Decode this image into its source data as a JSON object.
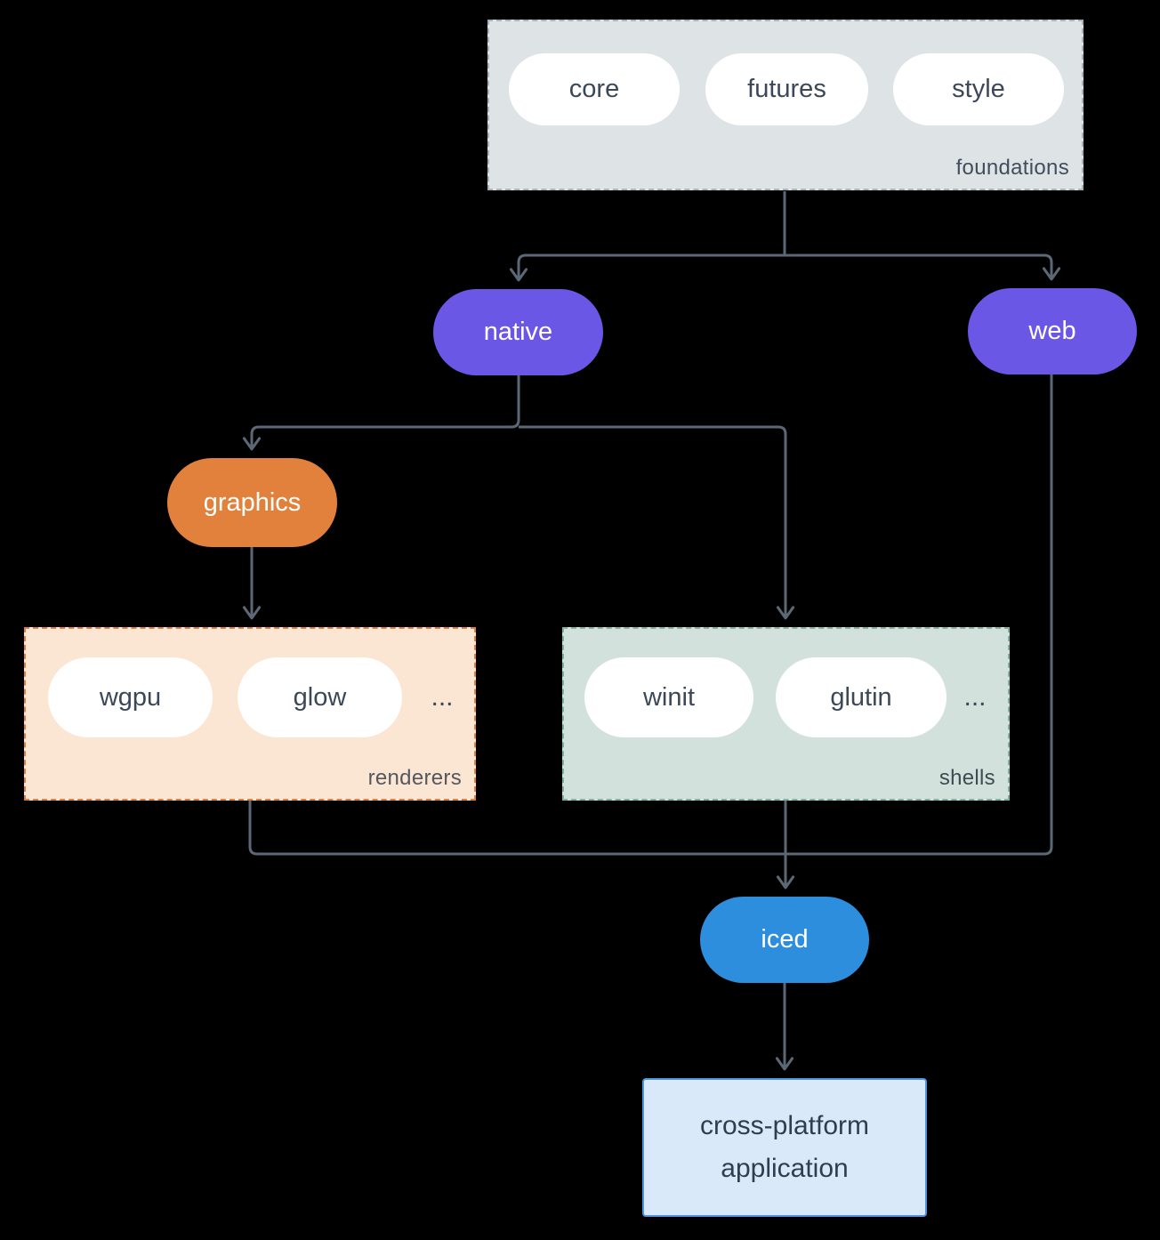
{
  "diagram": {
    "background_color": "#000000",
    "connector_color": "#5c6876",
    "groups": {
      "foundations": {
        "label": "foundations",
        "items": [
          "core",
          "futures",
          "style"
        ],
        "fill": "#dee3e6",
        "border_color": "#a9b4ba"
      },
      "renderers": {
        "label": "renderers",
        "items": [
          "wgpu",
          "glow"
        ],
        "ellipsis": "...",
        "fill": "#fbe5d3",
        "border_color": "#e0803c"
      },
      "shells": {
        "label": "shells",
        "items": [
          "winit",
          "glutin"
        ],
        "ellipsis": "...",
        "fill": "#d2e1db",
        "border_color": "#7fb2a3"
      }
    },
    "nodes": {
      "native": {
        "label": "native",
        "fill": "#6a57e6"
      },
      "web": {
        "label": "web",
        "fill": "#6a57e6"
      },
      "graphics": {
        "label": "graphics",
        "fill": "#e2813c"
      },
      "iced": {
        "label": "iced",
        "fill": "#2e8ede"
      },
      "application": {
        "label": "cross-platform application",
        "fill": "#d9e9f9",
        "border_color": "#4d96d9"
      }
    }
  }
}
